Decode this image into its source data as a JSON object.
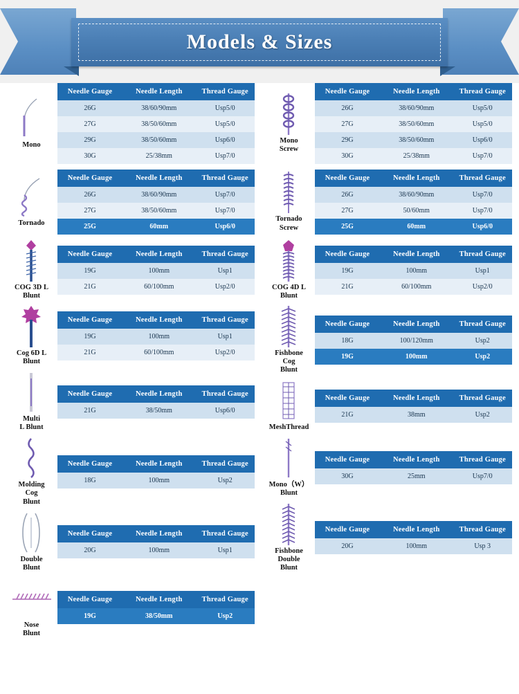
{
  "banner": {
    "title": "Models & Sizes"
  },
  "columns": {
    "headers": [
      "Needle Gauge",
      "Needle Length",
      "Thread Gauge"
    ]
  },
  "left": [
    {
      "name": "Mono",
      "icon": "mono-thread-icon",
      "rows": [
        {
          "gauge": "26G",
          "length": "38/60/90mm",
          "thread": "Usp5/0",
          "highlight": false
        },
        {
          "gauge": "27G",
          "length": "38/50/60mm",
          "thread": "Usp5/0",
          "highlight": false
        },
        {
          "gauge": "29G",
          "length": "38/50/60mm",
          "thread": "Usp6/0",
          "highlight": false
        },
        {
          "gauge": "30G",
          "length": "25/38mm",
          "thread": "Usp7/0",
          "highlight": false
        }
      ]
    },
    {
      "name": "Tornado",
      "icon": "tornado-thread-icon",
      "rows": [
        {
          "gauge": "26G",
          "length": "38/60/90mm",
          "thread": "Usp7/0",
          "highlight": false
        },
        {
          "gauge": "27G",
          "length": "38/50/60mm",
          "thread": "Usp7/0",
          "highlight": false
        },
        {
          "gauge": "25G",
          "length": "60mm",
          "thread": "Usp6/0",
          "highlight": true
        }
      ]
    },
    {
      "name": "COG 3D L\nBlunt",
      "icon": "cog-3d-l-blunt-icon",
      "rows": [
        {
          "gauge": "19G",
          "length": "100mm",
          "thread": "Usp1",
          "highlight": false
        },
        {
          "gauge": "21G",
          "length": "60/100mm",
          "thread": "Usp2/0",
          "highlight": false
        }
      ]
    },
    {
      "name": "Cog 6D L\nBlunt",
      "icon": "cog-6d-l-blunt-icon",
      "rows": [
        {
          "gauge": "19G",
          "length": "100mm",
          "thread": "Usp1",
          "highlight": false
        },
        {
          "gauge": "21G",
          "length": "60/100mm",
          "thread": "Usp2/0",
          "highlight": false
        }
      ]
    },
    {
      "name": "Multi\nL Blunt",
      "icon": "multi-l-blunt-icon",
      "rows": [
        {
          "gauge": "21G",
          "length": "38/50mm",
          "thread": "Usp6/0",
          "highlight": false
        }
      ]
    },
    {
      "name": "Molding\nCog\nBlunt",
      "icon": "molding-cog-blunt-icon",
      "rows": [
        {
          "gauge": "18G",
          "length": "100mm",
          "thread": "Usp2",
          "highlight": false
        }
      ]
    },
    {
      "name": "Double\nBlunt",
      "icon": "double-blunt-icon",
      "rows": [
        {
          "gauge": "20G",
          "length": "100mm",
          "thread": "Usp1",
          "highlight": false
        }
      ]
    },
    {
      "name": "Nose\nBlunt",
      "icon": "nose-blunt-icon",
      "rows": [
        {
          "gauge": "19G",
          "length": "38/50mm",
          "thread": "Usp2",
          "highlight": true
        }
      ]
    }
  ],
  "right": [
    {
      "name": "Mono\nScrew",
      "icon": "mono-screw-icon",
      "rows": [
        {
          "gauge": "26G",
          "length": "38/60/90mm",
          "thread": "Usp5/0",
          "highlight": false
        },
        {
          "gauge": "27G",
          "length": "38/50/60mm",
          "thread": "Usp5/0",
          "highlight": false
        },
        {
          "gauge": "29G",
          "length": "38/50/60mm",
          "thread": "Usp6/0",
          "highlight": false
        },
        {
          "gauge": "30G",
          "length": "25/38mm",
          "thread": "Usp7/0",
          "highlight": false
        }
      ]
    },
    {
      "name": "Tornado\nScrew",
      "icon": "tornado-screw-icon",
      "rows": [
        {
          "gauge": "26G",
          "length": "38/60/90mm",
          "thread": "Usp7/0",
          "highlight": false
        },
        {
          "gauge": "27G",
          "length": "50/60mm",
          "thread": "Usp7/0",
          "highlight": false
        },
        {
          "gauge": "25G",
          "length": "60mm",
          "thread": "Usp6/0",
          "highlight": true
        }
      ]
    },
    {
      "name": "COG 4D L\nBlunt",
      "icon": "cog-4d-l-blunt-icon",
      "rows": [
        {
          "gauge": "19G",
          "length": "100mm",
          "thread": "Usp1",
          "highlight": false
        },
        {
          "gauge": "21G",
          "length": "60/100mm",
          "thread": "Usp2/0",
          "highlight": false
        }
      ]
    },
    {
      "name": "Fishbone\nCog\nBlunt",
      "icon": "fishbone-cog-blunt-icon",
      "rows": [
        {
          "gauge": "18G",
          "length": "100/120mm",
          "thread": "Usp2",
          "highlight": false
        },
        {
          "gauge": "19G",
          "length": "100mm",
          "thread": "Usp2",
          "highlight": true
        }
      ]
    },
    {
      "name": "MeshThread",
      "icon": "mesh-thread-icon",
      "rows": [
        {
          "gauge": "21G",
          "length": "38mm",
          "thread": "Usp2",
          "highlight": false
        }
      ]
    },
    {
      "name": "Mono（W）\nBlunt",
      "icon": "mono-w-blunt-icon",
      "rows": [
        {
          "gauge": "30G",
          "length": "25mm",
          "thread": "Usp7/0",
          "highlight": false
        }
      ]
    },
    {
      "name": "Fishbone\nDouble\nBlunt",
      "icon": "fishbone-double-blunt-icon",
      "rows": [
        {
          "gauge": "20G",
          "length": "100mm",
          "thread": "Usp 3",
          "highlight": false
        }
      ]
    }
  ]
}
